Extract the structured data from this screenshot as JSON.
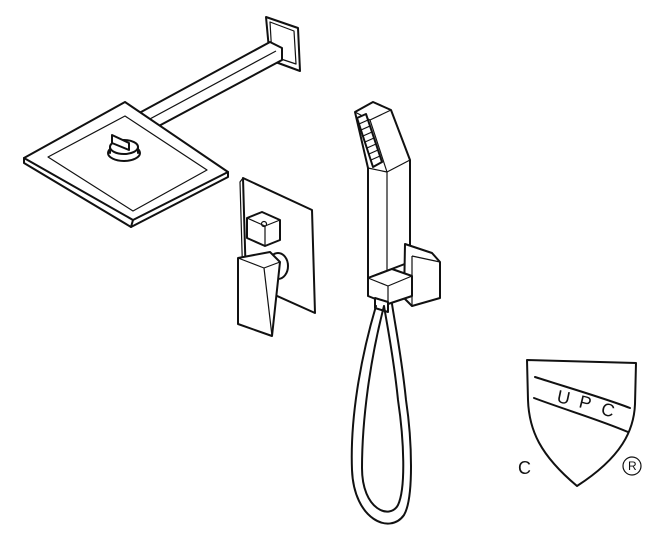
{
  "certification": {
    "mark_letters": [
      "U",
      "P",
      "C"
    ],
    "country_mark": "C",
    "registered_mark": "R"
  },
  "components": [
    "rain-shower-head-icon",
    "wall-shower-arm-icon",
    "mixing-valve-trim-icon",
    "hand-shower-icon",
    "shower-hose-icon",
    "hand-shower-holder-icon",
    "upc-certification-logo"
  ],
  "colors": {
    "line": "#111111",
    "background": "#ffffff"
  }
}
